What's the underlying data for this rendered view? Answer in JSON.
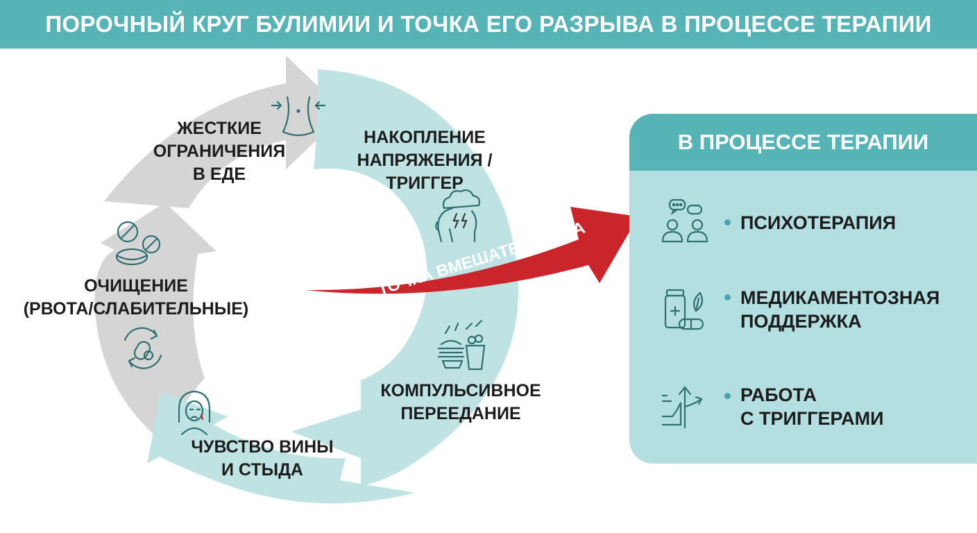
{
  "title": "ПОРОЧНЫЙ КРУГ БУЛИМИИ И ТОЧКА ЕГО РАЗРЫВА В ПРОЦЕССЕ ТЕРАПИИ",
  "cycle": {
    "stages": [
      {
        "id": "restriction",
        "label": "ЖЕСТКИЕ\nОГРАНИЧЕНИЯ\nВ ЕДЕ",
        "icon": "waist-icon"
      },
      {
        "id": "tension",
        "label": "НАКОПЛЕНИЕ\nНАПРЯЖЕНИЯ /\nТРИГГЕР",
        "icon": "storm-head-icon"
      },
      {
        "id": "binge",
        "label": "КОМПУЛЬСИВНОЕ\nПЕРЕЕДАНИЕ",
        "icon": "food-icon"
      },
      {
        "id": "guilt",
        "label": "ЧУВСТВО ВИНЫ\nИ СТЫДА",
        "icon": "crying-woman-icon"
      },
      {
        "id": "purge",
        "label": "ОЧИЩЕНИЕ\n(РВОТА/СЛАБИТЕЛЬНЫЕ)",
        "icon": "pills-icon"
      }
    ],
    "colors": {
      "gray": "#d5d5d5",
      "teal": "#bfe3e3"
    }
  },
  "intervention": {
    "label": "ТОЧКА ВМЕШАТЕЛЬСТВА",
    "color": "#c9252b"
  },
  "therapy": {
    "title": "В ПРОЦЕССЕ ТЕРАПИИ",
    "items": [
      {
        "label": "ПСИХОТЕРАПИЯ",
        "icon": "dialogue-people-icon"
      },
      {
        "label": "МЕДИКАМЕНТОЗНАЯ\nПОДДЕРЖКА",
        "icon": "medicine-icon"
      },
      {
        "label": "РАБОТА\nС ТРИГГЕРАМИ",
        "icon": "hand-crossroads-icon"
      }
    ],
    "colors": {
      "header": "#56b3b6",
      "body": "#b3dfe0"
    }
  }
}
